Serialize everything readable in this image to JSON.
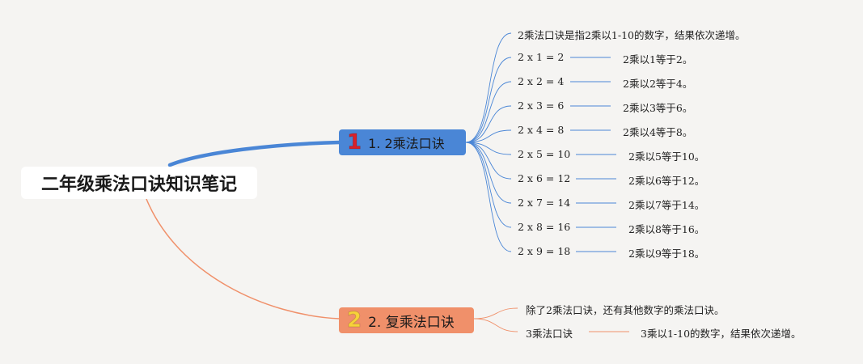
{
  "root": {
    "title": "二年级乘法口诀知识笔记"
  },
  "colors": {
    "branch1": "#4a86d6",
    "branch2": "#f0906a",
    "background": "#f5f4f2"
  },
  "branches": [
    {
      "number": "1",
      "label": "1. 2乘法口诀",
      "intro": "2乘法口诀是指2乘以1-10的数字，结果依次递增。",
      "rows": [
        {
          "eq": "2 x 1 = 2",
          "desc": "2乘以1等于2。"
        },
        {
          "eq": "2 x 2 = 4",
          "desc": "2乘以2等于4。"
        },
        {
          "eq": "2 x 3 = 6",
          "desc": "2乘以3等于6。"
        },
        {
          "eq": "2 x 4 = 8",
          "desc": "2乘以4等于8。"
        },
        {
          "eq": "2 x 5 = 10",
          "desc": "2乘以5等于10。"
        },
        {
          "eq": "2 x 6 = 12",
          "desc": "2乘以6等于12。"
        },
        {
          "eq": "2 x 7 = 14",
          "desc": "2乘以7等于14。"
        },
        {
          "eq": "2 x 8 = 16",
          "desc": "2乘以8等于16。"
        },
        {
          "eq": "2 x 9 = 18",
          "desc": "2乘以9等于18。"
        }
      ]
    },
    {
      "number": "2",
      "label": "2. 复乘法口诀",
      "intro": "除了2乘法口诀，还有其他数字的乘法口诀。",
      "rows": [
        {
          "eq": "3乘法口诀",
          "desc": "3乘以1-10的数字，结果依次递增。"
        }
      ]
    }
  ]
}
